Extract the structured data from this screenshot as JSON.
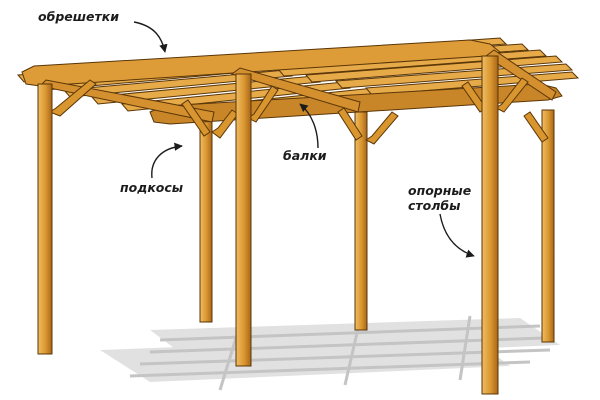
{
  "labels": {
    "obreshetki": "обрешетки",
    "balki": "балки",
    "podkosy": "подкосы",
    "opornye_line1": "опорные",
    "opornye_line2": "столбы"
  },
  "colors": {
    "wood_light": "#e9b04f",
    "wood_mid": "#d9962f",
    "wood_dark": "#a8651a",
    "outline": "#5a3608",
    "shadow": "#d7d7d7",
    "text": "#1c1c1c"
  }
}
